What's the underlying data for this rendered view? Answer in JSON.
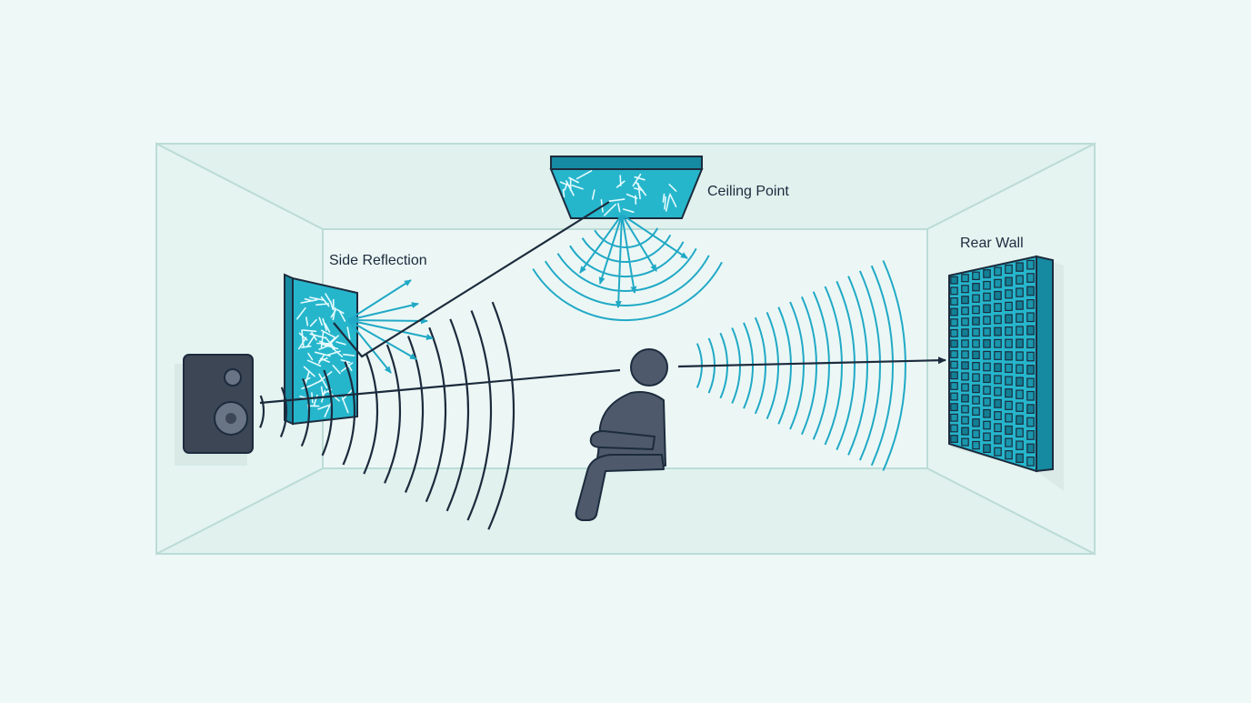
{
  "labels": {
    "ceiling": "Ceiling Point",
    "side": "Side Reflection",
    "rear": "Rear Wall"
  },
  "colors": {
    "background": "#eef8f6",
    "room_line": "#bcdcd6",
    "room_fill": "#e2f2ef",
    "panel_fill": "#26b6cc",
    "panel_dark": "#168aa0",
    "panel_outline": "#1c2b3d",
    "wave": "#21a9c6",
    "line_dark": "#1c2b3d",
    "person": "#4e5a6c",
    "speaker": "#3c4655"
  },
  "icons": {
    "speaker": "speaker-icon",
    "listener": "person-icon",
    "side_panel": "absorber-panel-icon",
    "ceiling_panel": "ceiling-cloud-icon",
    "rear_panel": "diffuser-icon"
  }
}
